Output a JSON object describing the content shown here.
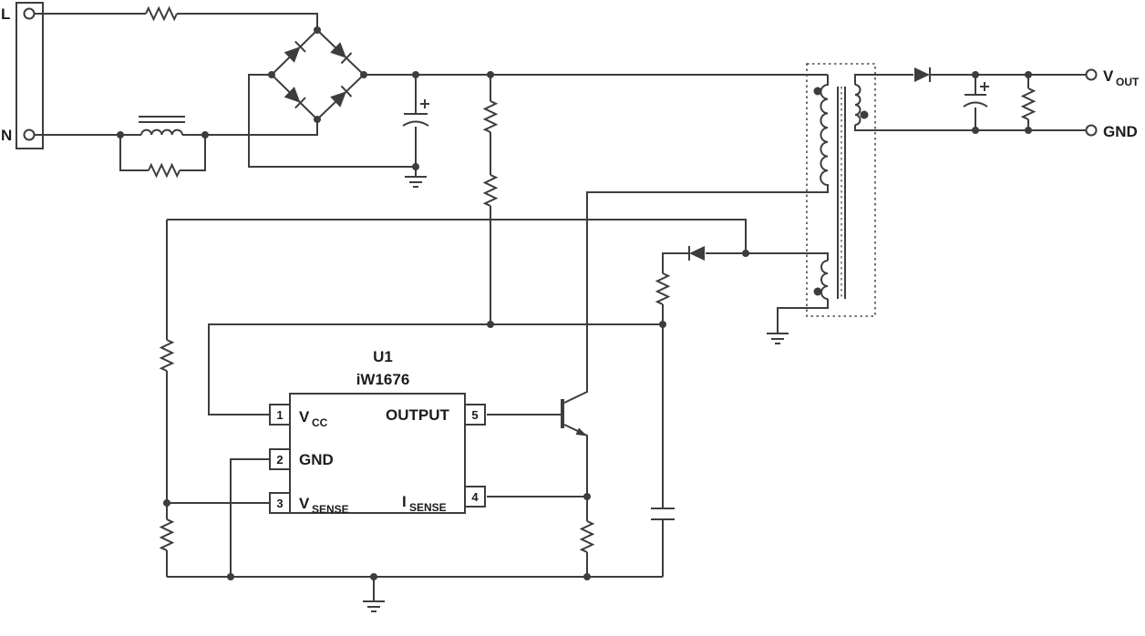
{
  "terminals": {
    "line": "L",
    "neutral": "N"
  },
  "ic": {
    "designator": "U1",
    "part_number": "iW1676",
    "pins": {
      "vcc": {
        "number": "1",
        "name": "V",
        "subscript": "CC"
      },
      "gnd": {
        "number": "2",
        "name": "GND",
        "subscript": ""
      },
      "vsense": {
        "number": "3",
        "name": "V",
        "subscript": "SENSE"
      },
      "output": {
        "number": "5",
        "name": "OUTPUT",
        "subscript": ""
      },
      "isense": {
        "number": "4",
        "name": "I",
        "subscript": "SENSE"
      }
    }
  },
  "outputs": {
    "vout": {
      "name": "V",
      "subscript": "OUT"
    },
    "gnd": "GND"
  },
  "colors": {
    "wire": "#3d3d3d",
    "text": "#1c1c1c",
    "background": "#ffffff"
  }
}
